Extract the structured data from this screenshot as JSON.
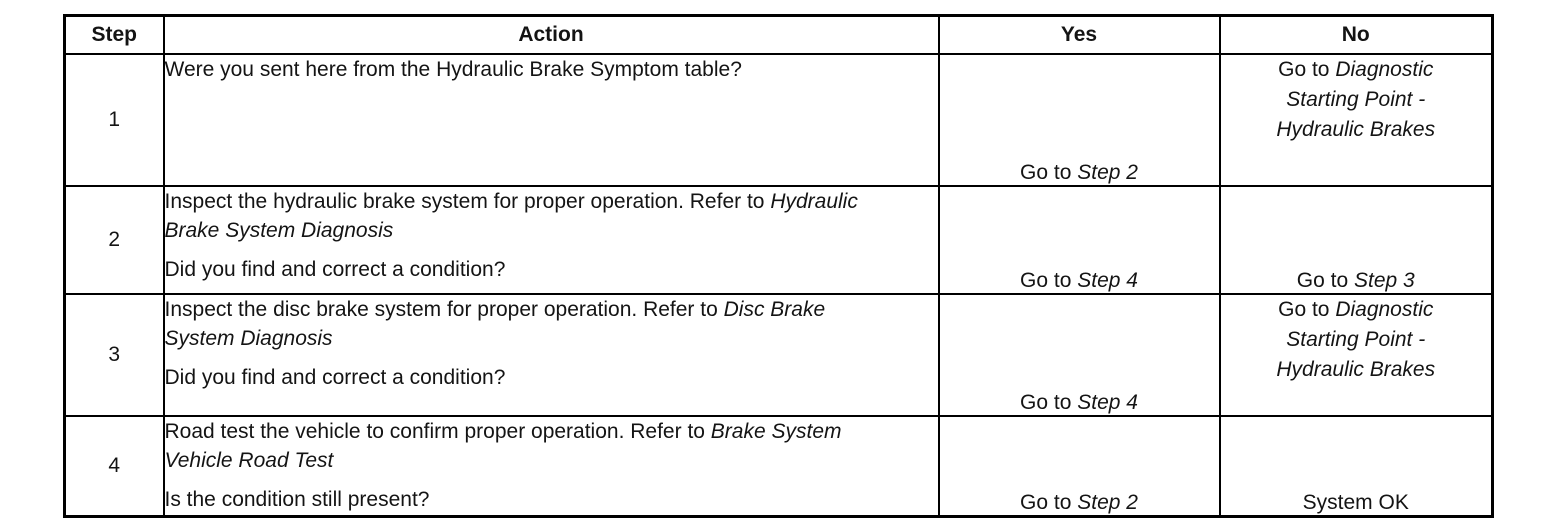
{
  "table": {
    "headers": {
      "step": "Step",
      "action": "Action",
      "yes": "Yes",
      "no": "No"
    },
    "rows": [
      {
        "step": "1",
        "action": {
          "text": "Were you sent here from the Hydraulic Brake Symptom table?",
          "ref": "",
          "question": ""
        },
        "yes": {
          "text": "Go to ",
          "ref": "Step 2"
        },
        "no": {
          "text": "Go to ",
          "ref": "Diagnostic Starting Point - Hydraulic Brakes"
        }
      },
      {
        "step": "2",
        "action": {
          "text": "Inspect the hydraulic brake system for proper operation. Refer to ",
          "ref": "Hydraulic Brake System Diagnosis",
          "question": "Did you find and correct a condition?"
        },
        "yes": {
          "text": "Go to ",
          "ref": "Step 4"
        },
        "no": {
          "text": "Go to ",
          "ref": "Step 3"
        }
      },
      {
        "step": "3",
        "action": {
          "text": "Inspect the disc brake system for proper operation. Refer to ",
          "ref": "Disc Brake System Diagnosis",
          "question": "Did you find and correct a condition?"
        },
        "yes": {
          "text": "Go to ",
          "ref": "Step 4"
        },
        "no": {
          "text": "Go to ",
          "ref": "Diagnostic Starting Point - Hydraulic Brakes"
        }
      },
      {
        "step": "4",
        "action": {
          "text": "Road test the vehicle to confirm proper operation. Refer to ",
          "ref": "Brake System Vehicle Road Test",
          "question": "Is the condition still present?"
        },
        "yes": {
          "text": "Go to ",
          "ref": "Step 2"
        },
        "no": {
          "text": "System OK",
          "ref": ""
        }
      }
    ]
  }
}
